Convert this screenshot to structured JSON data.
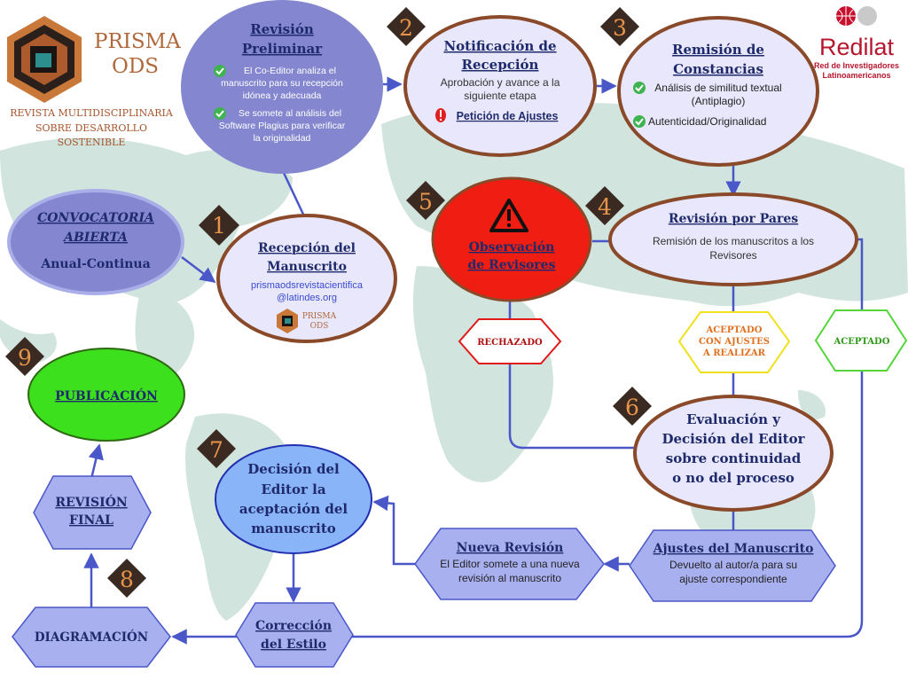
{
  "brand": {
    "logo_line1": "PRISMA",
    "logo_line2": "ODS",
    "subtitle_lines": [
      "REVISTA MULTIDISCIPLINARIA",
      "SOBRE DESARROLLO",
      "SOSTENIBLE"
    ],
    "redilat_name": "Redilat",
    "redilat_lines": [
      "Red de Investigadores",
      "Latinoamericanos"
    ]
  },
  "colors": {
    "map": "#cfe3dc",
    "arrow": "#4a57c9",
    "brown": "#8a4a2a",
    "lavender": "#e8e7fb",
    "periwinkle": "#8487cf",
    "red": "#ef1d12",
    "green": "#3de01c",
    "blue": "#8ab4f8",
    "hex": "#a9b0ef",
    "badge": "#3a2a22",
    "badge_text": "#e8944a"
  },
  "badges": [
    "1",
    "2",
    "3",
    "4",
    "5",
    "6",
    "7",
    "8",
    "9"
  ],
  "nodes": {
    "convocatoria": {
      "title_lines": [
        "CONVOCATORIA",
        "ABIERTA"
      ],
      "sub": "Anual-Continua"
    },
    "revision_preliminar": {
      "title_lines": [
        "Revisión",
        "Preliminar"
      ],
      "item1_lines": [
        "El Co-Editor analiza el",
        "manuscrito para su recepción",
        "idónea y adecuada"
      ],
      "item2_lines": [
        "Se somete al análisis del",
        "Software Plagius para verificar",
        "la originalidad"
      ]
    },
    "notificacion": {
      "title_lines": [
        "Notificación de",
        "Recepción"
      ],
      "body_lines": [
        "Aprobación y avance a la",
        "siguiente etapa"
      ],
      "link": "Petición de Ajustes"
    },
    "constancias": {
      "title_lines": [
        "Remisión de",
        "Constancias"
      ],
      "item1_lines": [
        "Análisis de similitud textual",
        "(Antiplagio)"
      ],
      "item2": "Autenticidad/Originalidad"
    },
    "recepcion": {
      "title_lines": [
        "Recepción del",
        "Manuscrito"
      ],
      "email_lines": [
        "prismaodsrevistacientifica",
        "@latindes.org"
      ],
      "mini_logo_lines": [
        "PRISMA",
        "ODS"
      ]
    },
    "observacion": {
      "title_lines": [
        "Observación",
        "de Revisores"
      ]
    },
    "pares": {
      "title": "Revisión por Pares",
      "body_lines": [
        "Remisión de los manuscritos a los",
        "Revisores"
      ]
    },
    "rechazado": "RECHAZADO",
    "aceptado_ajustes_lines": [
      "ACEPTADO",
      "CON AJUSTES",
      "A REALIZAR"
    ],
    "aceptado": "ACEPTADO",
    "evaluacion": {
      "title_lines": [
        "Evaluación y",
        "Decisión del Editor",
        "sobre continuidad",
        "o no del proceso"
      ]
    },
    "decision": {
      "title_lines": [
        "Decisión del",
        "Editor la",
        "aceptación del",
        "manuscrito"
      ]
    },
    "nueva_revision": {
      "title": "Nueva Revisión",
      "body_lines": [
        "El Editor somete a una nueva",
        "revisión al manuscrito"
      ]
    },
    "ajustes": {
      "title": "Ajustes del Manuscrito",
      "body_lines": [
        "Devuelto al autor/a para su",
        "ajuste correspondiente"
      ]
    },
    "publicacion": "PUBLICACIÓN",
    "revision_final_lines": [
      "REVISIÓN",
      "FINAL"
    ],
    "diagramacion": "DIAGRAMACIÓN",
    "correccion_lines": [
      "Corrección",
      "del Estilo"
    ]
  }
}
